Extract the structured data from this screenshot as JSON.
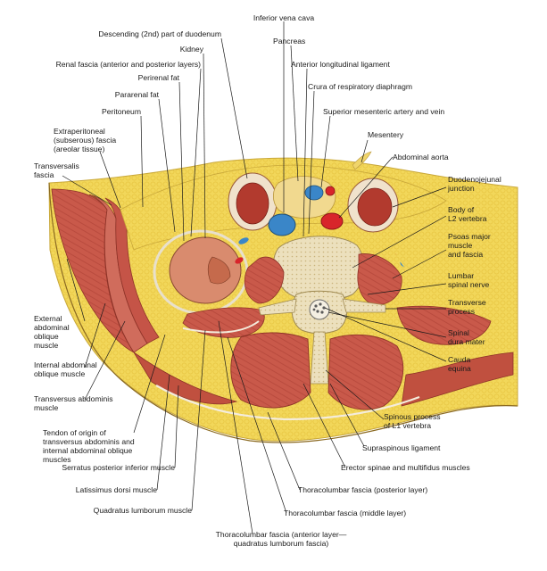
{
  "labels": {
    "inferior_vena_cava": "Inferior vena cava",
    "descending_duodenum": "Descending (2nd) part of duodenum",
    "kidney": "Kidney",
    "pancreas": "Pancreas",
    "renal_fascia": "Renal fascia (anterior and posterior layers)",
    "anterior_longitudinal_ligament": "Anterior longitudinal ligament",
    "perirenal_fat": "Perirenal fat",
    "crura": "Crura of respiratory diaphragm",
    "pararenal_fat": "Pararenal fat",
    "superior_mesenteric": "Superior mesenteric artery and vein",
    "peritoneum": "Peritoneum",
    "mesentery": "Mesentery",
    "extraperitoneal_fascia": [
      "Extraperitoneal",
      "(subserous) fascia",
      "(areolar tissue)"
    ],
    "abdominal_aorta": "Abdominal aorta",
    "transversalis_fascia": [
      "Transversalis",
      "fascia"
    ],
    "duodenojejunal_junction": [
      "Duodenojejunal",
      "junction"
    ],
    "body_l2": [
      "Body of",
      "L2 vertebra"
    ],
    "psoas_major": [
      "Psoas major",
      "muscle",
      "and fascia"
    ],
    "lumbar_spinal_nerve": [
      "Lumbar",
      "spinal nerve"
    ],
    "transverse_process": [
      "Transverse",
      "process"
    ],
    "external_oblique": [
      "External",
      "abdominal",
      "oblique",
      "muscle"
    ],
    "spinal_dura": [
      "Spinal",
      "dura mater"
    ],
    "cauda_equina": [
      "Cauda",
      "equina"
    ],
    "internal_oblique": [
      "Internal abdominal",
      "oblique muscle"
    ],
    "transversus_abdominis": [
      "Transversus abdominis",
      "muscle"
    ],
    "spinous_process": [
      "Spinous process",
      "of L1 vertebra"
    ],
    "tendon_origin": [
      "Tendon of origin of",
      "transversus abdominis and",
      "internal abdominal oblique",
      "muscles"
    ],
    "supraspinous_ligament": "Supraspinous ligament",
    "serratus_posterior": "Serratus posterior inferior muscle",
    "erector_spinae": "Erector spinae and multifidus muscles",
    "latissimus_dorsi": "Latissimus dorsi muscle",
    "tlf_posterior": "Thoracolumbar fascia (posterior layer)",
    "quadratus_lumborum": "Quadratus lumborum muscle",
    "tlf_middle": "Thoracolumbar fascia (middle layer)",
    "tlf_anterior": [
      "Thoracolumbar fascia (anterior layer—",
      "quadratus lumborum fascia)"
    ]
  },
  "colors": {
    "fat": "#f2d75a",
    "muscle": "#c8584a",
    "fascia": "#f3ead8",
    "bone": "#e9ddb8",
    "vein": "#3a86c8",
    "artery": "#d8252b",
    "kidney": "#d98b6e"
  }
}
